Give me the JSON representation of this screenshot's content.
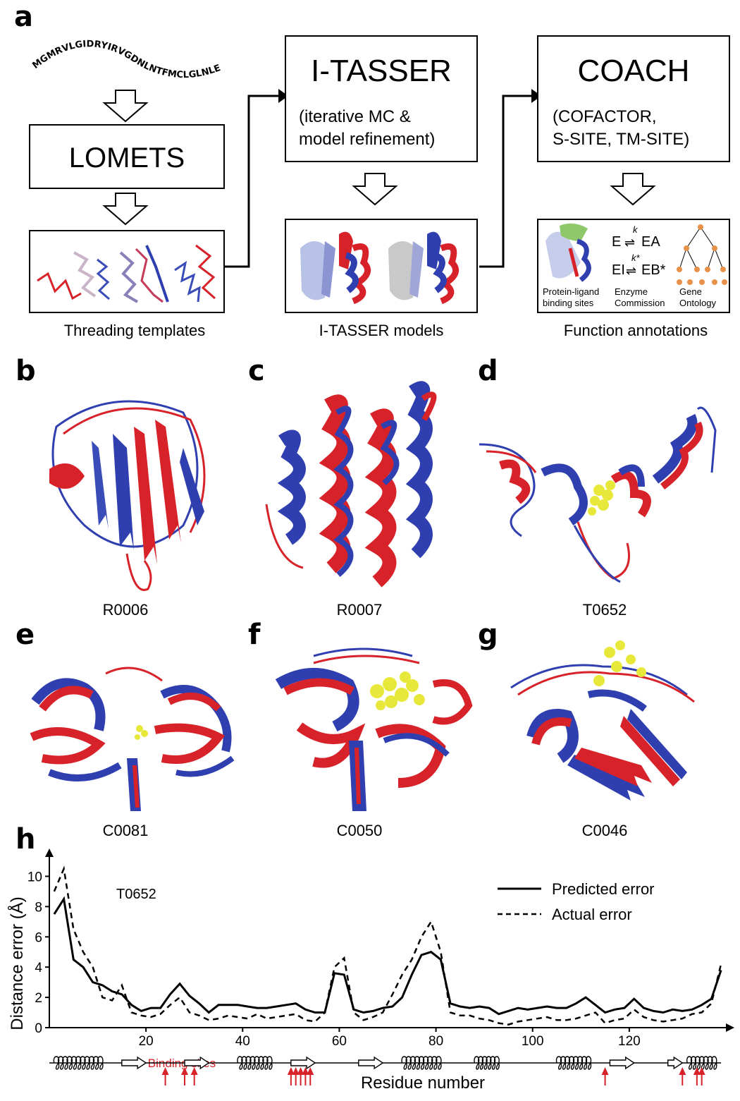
{
  "panels": {
    "a": "a",
    "b": "b",
    "c": "c",
    "d": "d",
    "e": "e",
    "f": "f",
    "g": "g",
    "h": "h"
  },
  "workflow": {
    "sequence": "MGMRVLGIDRYIRVGDNLNTFMCLGLNLE",
    "lomets": "LOMETS",
    "itasser_title": "I-TASSER",
    "itasser_sub1": "(iterative MC &",
    "itasser_sub2": "model refinement)",
    "coach_title": "COACH",
    "coach_sub1": "(COFACTOR,",
    "coach_sub2": "S-SITE, TM-SITE)",
    "cap_threading": "Threading templates",
    "cap_models": "I-TASSER models",
    "cap_function": "Function annotations",
    "fn_binding1": "Protein-ligand",
    "fn_binding2": "binding sites",
    "fn_enzyme1": "Enzyme",
    "fn_enzyme2": "Commission",
    "fn_go1": "Gene",
    "fn_go2": "Ontology",
    "ec_E": "E",
    "ec_EA": "EA",
    "ec_EI": "EI",
    "ec_EB": "EB*",
    "ec_k": "k",
    "ec_kstar": "k*"
  },
  "structures": {
    "b": "R0006",
    "c": "R0007",
    "d": "T0652",
    "e": "C0081",
    "f": "C0050",
    "g": "C0046"
  },
  "colors": {
    "model": "#2f3fb0",
    "native": "#d8222a",
    "ligand": "#e8e83a",
    "arrow_red": "#d8222a"
  },
  "chart_data": {
    "type": "line",
    "annotation": "T0652",
    "xlabel": "Residue number",
    "ylabel": "Distance error (Å)",
    "xlim": [
      0,
      140
    ],
    "ylim": [
      0,
      11
    ],
    "xticks": [
      20,
      40,
      60,
      80,
      100,
      120
    ],
    "yticks": [
      0,
      2,
      4,
      6,
      8,
      10
    ],
    "legend_position": "top-right",
    "series": [
      {
        "name": "Predicted error",
        "style": "solid",
        "x": [
          1,
          3,
          5,
          7,
          9,
          11,
          13,
          15,
          17,
          19,
          21,
          23,
          25,
          27,
          29,
          31,
          33,
          35,
          37,
          39,
          41,
          43,
          45,
          47,
          49,
          51,
          53,
          55,
          57,
          59,
          61,
          63,
          65,
          67,
          69,
          71,
          73,
          75,
          77,
          79,
          81,
          83,
          85,
          87,
          89,
          91,
          93,
          95,
          97,
          99,
          101,
          103,
          105,
          107,
          109,
          111,
          113,
          115,
          117,
          119,
          121,
          123,
          125,
          127,
          129,
          131,
          133,
          135,
          137,
          139
        ],
        "y": [
          7.5,
          8.5,
          4.5,
          4.0,
          3.0,
          2.8,
          2.4,
          2.2,
          1.5,
          1.1,
          1.3,
          1.3,
          2.2,
          2.9,
          2.1,
          1.6,
          1.0,
          1.5,
          1.5,
          1.5,
          1.4,
          1.3,
          1.3,
          1.4,
          1.5,
          1.6,
          1.2,
          1.0,
          1.0,
          3.6,
          3.5,
          1.2,
          1.0,
          1.1,
          1.3,
          1.4,
          2.0,
          3.5,
          4.8,
          5.0,
          4.5,
          1.6,
          1.4,
          1.3,
          1.4,
          1.3,
          0.9,
          1.1,
          1.3,
          1.2,
          1.3,
          1.4,
          1.3,
          1.3,
          1.6,
          2.0,
          1.5,
          1.0,
          1.2,
          1.3,
          1.9,
          1.3,
          1.1,
          1.0,
          1.2,
          1.1,
          1.2,
          1.5,
          1.9,
          3.8
        ]
      },
      {
        "name": "Actual error",
        "style": "dashed",
        "x": [
          1,
          3,
          5,
          7,
          9,
          11,
          13,
          15,
          17,
          19,
          21,
          23,
          25,
          27,
          29,
          31,
          33,
          35,
          37,
          39,
          41,
          43,
          45,
          47,
          49,
          51,
          53,
          55,
          57,
          59,
          61,
          63,
          65,
          67,
          69,
          71,
          73,
          75,
          77,
          79,
          81,
          83,
          85,
          87,
          89,
          91,
          93,
          95,
          97,
          99,
          101,
          103,
          105,
          107,
          109,
          111,
          113,
          115,
          117,
          119,
          121,
          123,
          125,
          127,
          129,
          131,
          133,
          135,
          137,
          139
        ],
        "y": [
          9.0,
          10.5,
          6.5,
          5.0,
          4.0,
          2.0,
          1.8,
          2.8,
          1.0,
          0.8,
          0.7,
          0.9,
          1.5,
          2.0,
          1.0,
          0.8,
          0.5,
          0.6,
          0.8,
          0.7,
          0.6,
          0.9,
          0.6,
          0.7,
          0.8,
          0.9,
          0.5,
          0.4,
          1.0,
          4.0,
          4.6,
          1.0,
          0.5,
          0.7,
          1.0,
          2.2,
          3.5,
          4.5,
          6.0,
          7.0,
          5.0,
          1.0,
          0.8,
          0.8,
          0.6,
          0.5,
          0.3,
          0.2,
          0.4,
          0.5,
          0.6,
          0.7,
          0.5,
          0.5,
          0.6,
          0.8,
          1.0,
          0.3,
          0.5,
          0.6,
          1.2,
          0.7,
          0.5,
          0.4,
          0.5,
          0.6,
          0.9,
          1.0,
          1.6,
          4.2
        ]
      }
    ],
    "secondary_structure": [
      {
        "type": "helix",
        "start": 1,
        "end": 11
      },
      {
        "type": "strand",
        "start": 15,
        "end": 20
      },
      {
        "type": "strand",
        "start": 28,
        "end": 33
      },
      {
        "type": "helix",
        "start": 39,
        "end": 46
      },
      {
        "type": "strand",
        "start": 50,
        "end": 55
      },
      {
        "type": "strand",
        "start": 64,
        "end": 69
      },
      {
        "type": "helix",
        "start": 73,
        "end": 81
      },
      {
        "type": "helix",
        "start": 88,
        "end": 93
      },
      {
        "type": "helix",
        "start": 105,
        "end": 112
      },
      {
        "type": "strand",
        "start": 116,
        "end": 121
      },
      {
        "type": "strand",
        "start": 128,
        "end": 131
      },
      {
        "type": "helix",
        "start": 132,
        "end": 138
      }
    ],
    "binding_sites": [
      24,
      28,
      30,
      50,
      51,
      52,
      53,
      54,
      115,
      131,
      134,
      135
    ],
    "binding_label": "Binding sites"
  }
}
